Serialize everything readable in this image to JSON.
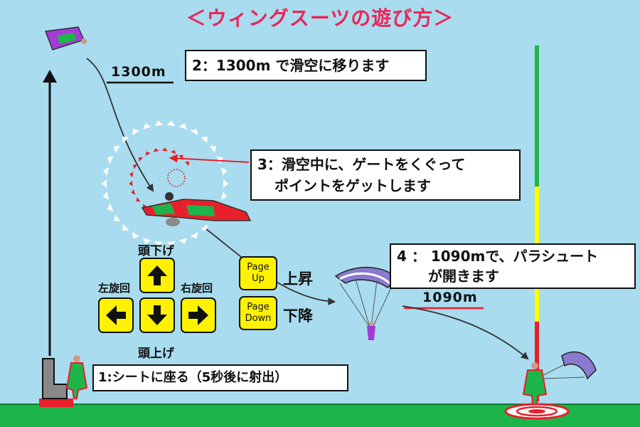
{
  "title": "＜ウィングスーツの遊び方＞",
  "steps": {
    "step1": "1:シートに座る（5秒後に射出）",
    "step2": "2：1300m で滑空に移ります",
    "step3_line1": "3：滑空中に、ゲートをくぐって",
    "step3_line2": "ポイントをゲットします",
    "step4_line1": "4 ： 1090mで、パラシュート",
    "step4_line2": "が開きます"
  },
  "altitudes": {
    "glide": "1300m",
    "parachute": "1090m"
  },
  "controls": {
    "head_down": "頭下げ",
    "head_up": "頭上げ",
    "turn_left": "左旋回",
    "turn_right": "右旋回",
    "ascend": "上昇",
    "descend": "下降",
    "page_up_line1": "Page",
    "page_up_line2": "Up",
    "page_down_line1": "Page",
    "page_down_line2": "Down"
  },
  "colors": {
    "sky": "#a9dcef",
    "ground": "#1db54a",
    "title": "#e8275a",
    "key": "#fff200",
    "pole_top": "#1db54a",
    "pole_mid": "#ffff00",
    "pole_bottom": "#e8202a"
  },
  "icons": {
    "up": "arrow-up-icon",
    "down": "arrow-down-icon",
    "left": "arrow-left-icon",
    "right": "arrow-right-icon"
  }
}
